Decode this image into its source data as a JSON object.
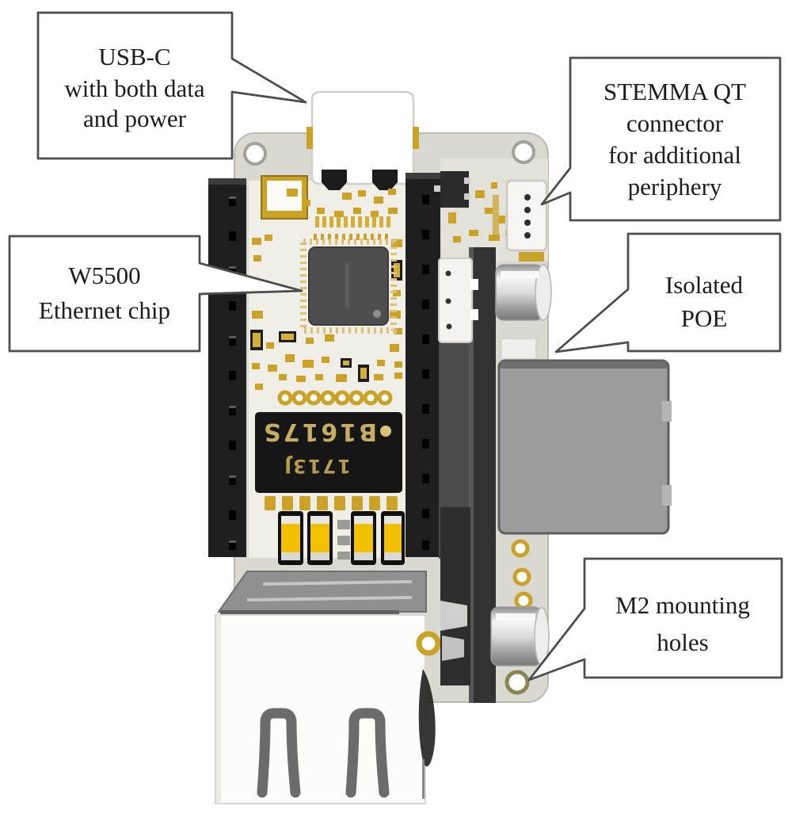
{
  "callouts": [
    {
      "id": "usb-c",
      "lines": [
        "USB-C",
        "with both data",
        "and power"
      ],
      "target": "usb-c-connector"
    },
    {
      "id": "stemma-qt",
      "lines": [
        "STEMMA QT",
        "connector",
        "for additional",
        "periphery"
      ],
      "target": "stemma-qt-connector"
    },
    {
      "id": "w5500",
      "lines": [
        "W5500",
        "Ethernet chip"
      ],
      "target": "w5500-chip"
    },
    {
      "id": "isolated-poe",
      "lines": [
        "Isolated",
        "POE"
      ],
      "target": "poe-module"
    },
    {
      "id": "m2-holes",
      "lines": [
        "M2 mounting",
        "holes"
      ],
      "target": "mounting-hole-bottom-right"
    }
  ],
  "board_markings": {
    "transformer_line1": "B1617S",
    "transformer_line2": "1713J"
  },
  "colors": {
    "callout_border": "#4d4d4d",
    "callout_text": "#1c1c1c",
    "pcb": "#d9d8d1",
    "gold": "#c9a227",
    "yellow_capacitor": "#f2c200",
    "poe_module_gray": "#9c9c9c",
    "w5500_chip_gray": "#4e4e4e",
    "transformer_black": "#161616"
  }
}
